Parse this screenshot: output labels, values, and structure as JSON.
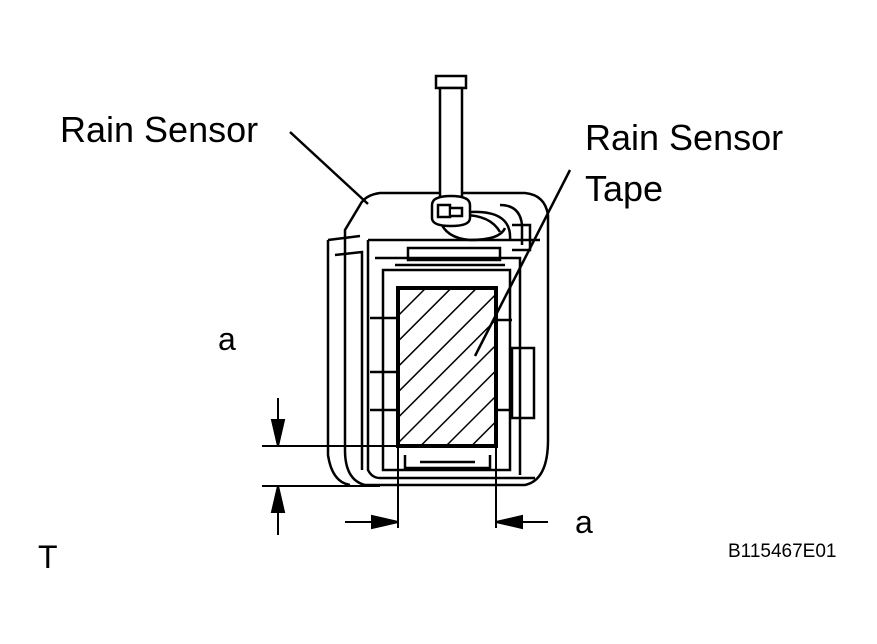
{
  "labels": {
    "rain_sensor": "Rain Sensor",
    "rain_sensor_tape_line1": "Rain Sensor",
    "rain_sensor_tape_line2": "Tape",
    "dim_a_vertical": "a",
    "dim_a_horizontal": "a",
    "corner_mark": "T",
    "figure_code": "B115467E01"
  },
  "colors": {
    "line": "#000000",
    "background": "#ffffff"
  }
}
